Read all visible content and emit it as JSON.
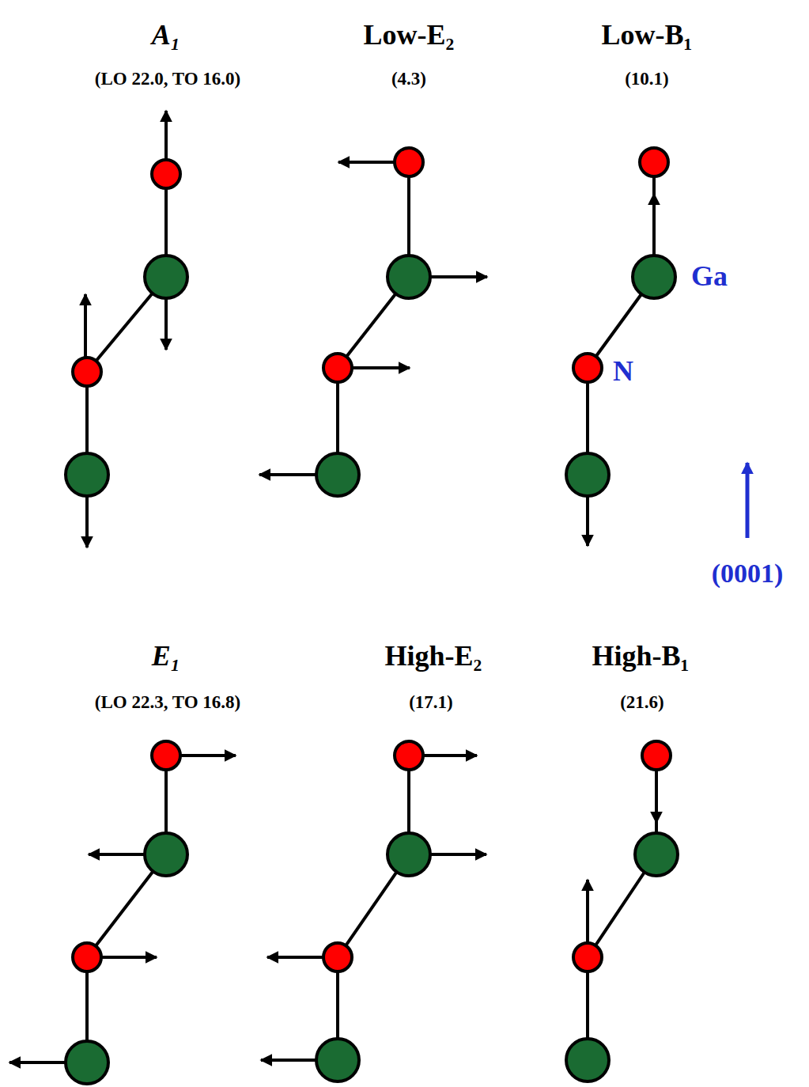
{
  "diagram": {
    "labels": [
      "A₁",
      "(LO 22.0, TO 16.0)",
      "Low-E₂",
      "(4.3)",
      "Low-B₁",
      "(10.1)",
      "Ga",
      "N",
      "(0001)",
      "E₁",
      "(LO 22.3, TO 16.8)",
      "High-E₂",
      "(17.1)",
      "High-B₁",
      "(21.6)"
    ]
  }
}
